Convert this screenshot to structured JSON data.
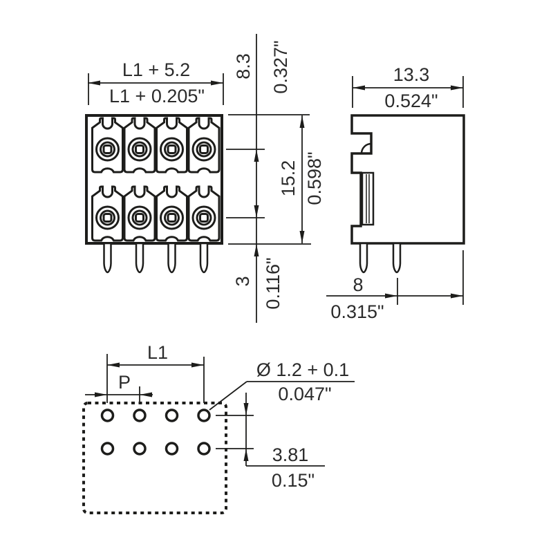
{
  "colors": {
    "ink": "#1d1d1b",
    "text": "#2b2b2b",
    "background": "#ffffff"
  },
  "front_view": {
    "rows": 2,
    "poles_per_row": 4,
    "width_mm": "L1 + 5.2",
    "width_inch": "L1 + 0.205\"",
    "row_spacing_mm": "8.3",
    "row_spacing_inch": "0.327\"",
    "height_mm": "15.2",
    "height_inch": "0.598\"",
    "pin_length_mm": "3",
    "pin_length_inch": "0.116\""
  },
  "side_view": {
    "depth_mm": "13.3",
    "depth_inch": "0.524\"",
    "pin_to_face_mm": "8",
    "pin_to_face_inch": "0.315\""
  },
  "footprint_view": {
    "row_length_label": "L1",
    "pitch_label": "P",
    "hole_diameter_mm": "Ø 1.2 + 0.1",
    "hole_diameter_inch": "0.047\"",
    "row_spacing_mm": "3.81",
    "row_spacing_inch": "0.15\""
  }
}
